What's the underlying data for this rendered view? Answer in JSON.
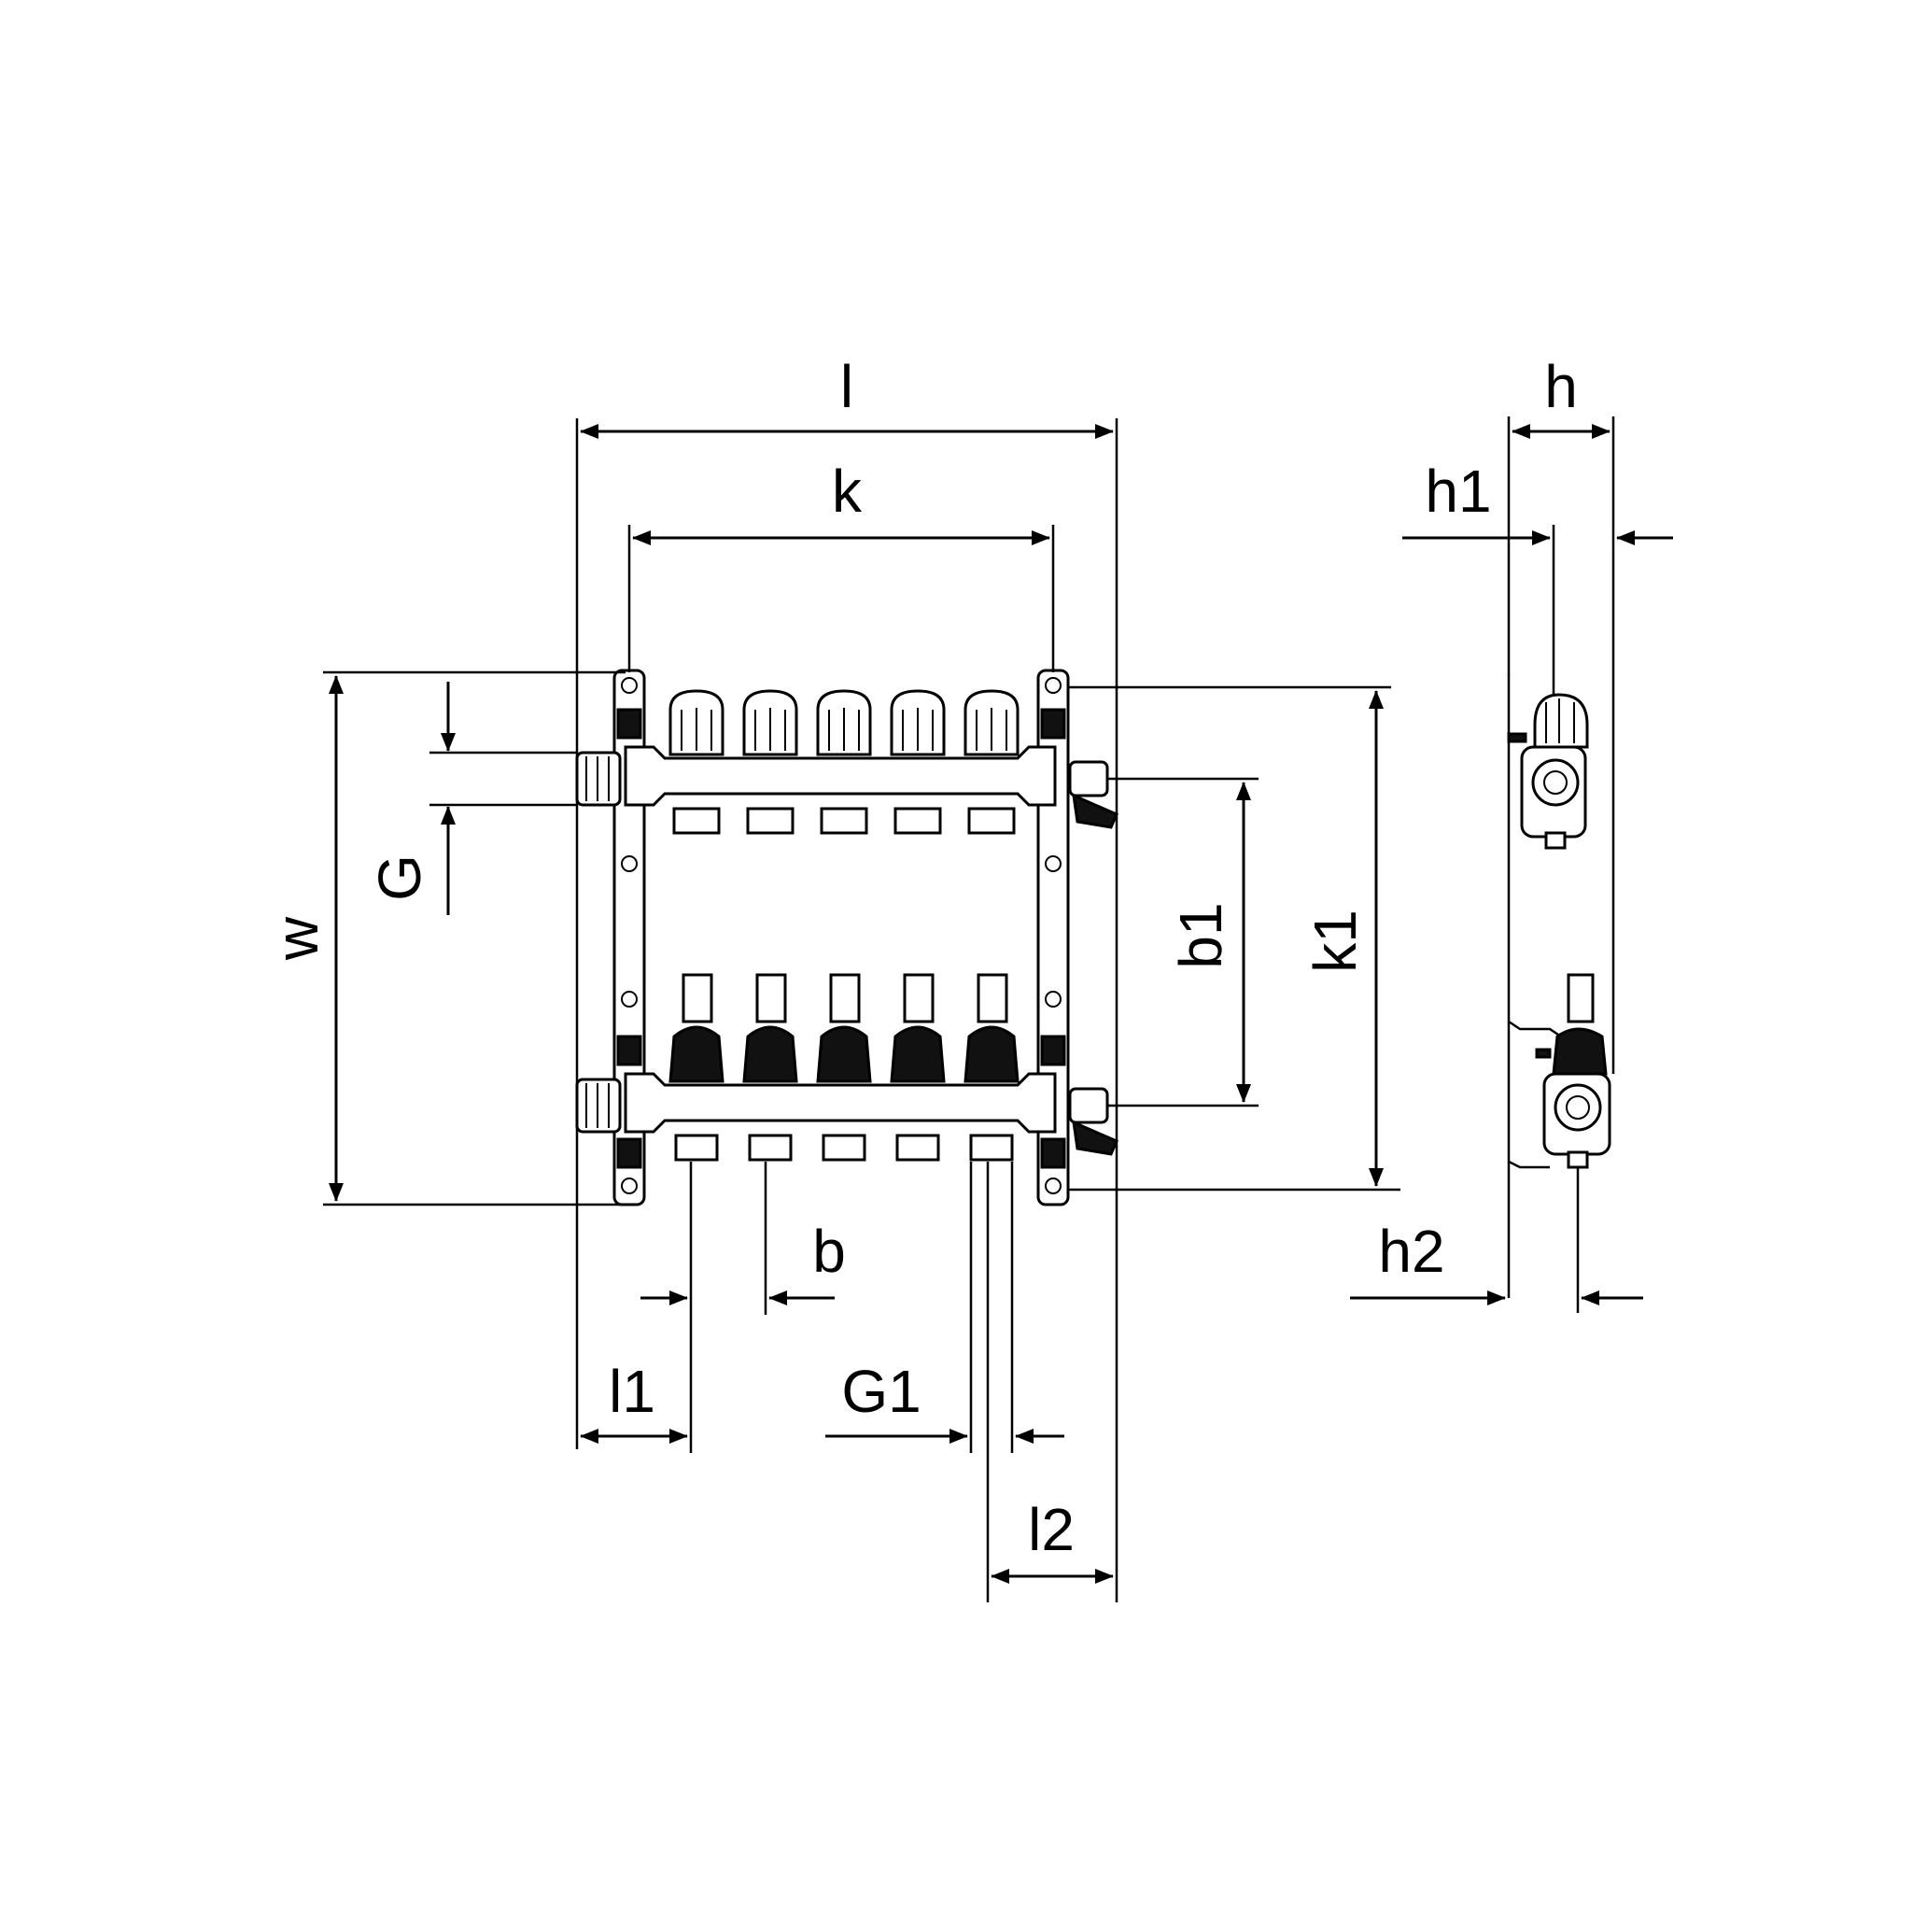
{
  "labels": {
    "l": "l",
    "k": "k",
    "w": "w",
    "G": "G",
    "b1": "b1",
    "k1": "k1",
    "b": "b",
    "l1": "l1",
    "G1": "G1",
    "l2": "l2",
    "h": "h",
    "h1": "h1",
    "h2": "h2"
  },
  "outlets_per_bar": 5,
  "colors": {
    "line": "#000000",
    "background": "#ffffff"
  }
}
